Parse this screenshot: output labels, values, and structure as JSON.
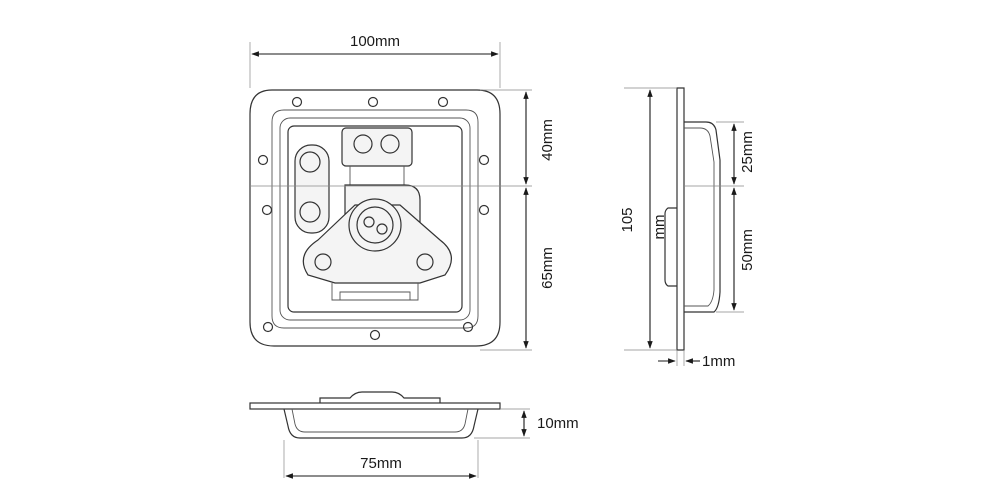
{
  "dimensions": {
    "top_width": "100mm",
    "upper_height": "40mm",
    "lower_height": "65mm",
    "side_total_value": "105",
    "side_total_unit": "mm",
    "side_upper": "25mm",
    "side_lower": "50mm",
    "side_thickness": "1mm",
    "bottom_depth": "10mm",
    "bottom_width": "75mm"
  },
  "colors": {
    "line": "#1a1a1a",
    "part_outline": "#333333",
    "background": "#ffffff"
  }
}
